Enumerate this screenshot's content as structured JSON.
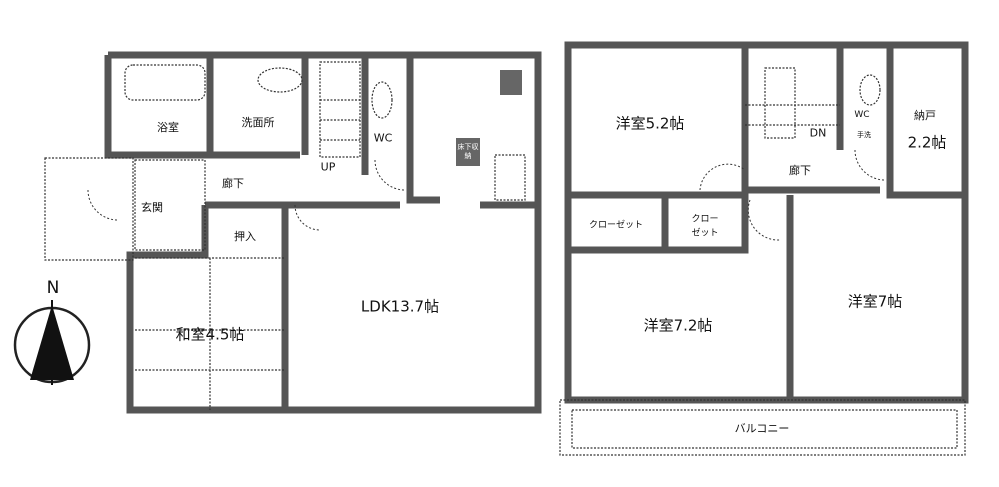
{
  "floor1": {
    "bath": "浴室",
    "washroom": "洗面所",
    "wc": "WC",
    "stairs_up": "UP",
    "hallway": "廊下",
    "entrance": "玄関",
    "closet": "押入",
    "underfloor_storage": "床下収納",
    "japanese_room": "和室4.5帖",
    "ldk": "LDK13.7帖"
  },
  "floor2": {
    "western_room_1": "洋室5.2帖",
    "stairs_down": "DN",
    "wc": "WC",
    "handwash": "手洗",
    "storage_room_name": "納戸",
    "storage_room_size": "2.2帖",
    "hallway": "廊下",
    "closet_1": "クローゼット",
    "closet_2_line1": "クロー",
    "closet_2_line2": "ゼット",
    "western_room_2": "洋室7.2帖",
    "western_room_3": "洋室7帖",
    "balcony": "バルコニー"
  },
  "compass": {
    "label": "N",
    "icon": "north-arrow-icon"
  }
}
